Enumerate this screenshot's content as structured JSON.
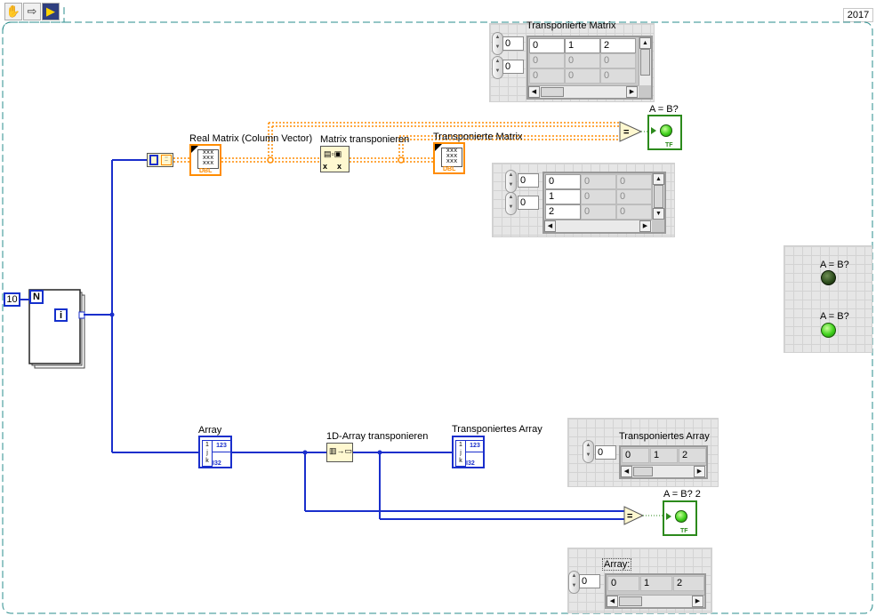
{
  "toolbar": {
    "tools": [
      {
        "icon": "hand-tool-icon"
      },
      {
        "icon": "arrow-right-icon"
      },
      {
        "icon": "run-vi-icon"
      }
    ]
  },
  "year_label": "2017",
  "for_loop": {
    "count_constant": "10",
    "count_terminal": "N",
    "iteration_terminal": "i"
  },
  "block_diagram": {
    "real_matrix_label": "Real Matrix (Column Vector)",
    "real_matrix_dtype": "DBL",
    "matrix_transpose_label": "Matrix transponieren",
    "transposed_matrix_label": "Transponierte Matrix",
    "transposed_matrix_dtype": "DBL",
    "compare_top_indicator_label": "A = B?",
    "array_label": "Array",
    "array_dtype": "I32",
    "array_transpose_label": "1D-Array transponieren",
    "transposed_array_label": "Transponiertes Array",
    "transposed_array_dtype": "I32",
    "compare_bottom_indicator_label": "A = B? 2",
    "bool_tf": "TF",
    "numeric_glyph": "123"
  },
  "fp_transposed_matrix": {
    "label": "Transponierte Matrix",
    "row_index": "0",
    "col_index": "0",
    "rows": [
      [
        "0",
        "1",
        "2"
      ],
      [
        "0",
        "0",
        "0"
      ],
      [
        "0",
        "0",
        "0"
      ]
    ]
  },
  "fp_column_matrix": {
    "row_index": "0",
    "col_index": "0",
    "rows": [
      [
        "0",
        "0",
        "0"
      ],
      [
        "1",
        "0",
        "0"
      ],
      [
        "2",
        "0",
        "0"
      ]
    ]
  },
  "fp_leds": {
    "led1_label": "A = B?",
    "led1_state": "off",
    "led2_label": "A = B?",
    "led2_state": "on"
  },
  "fp_transposed_array": {
    "label": "Transponiertes Array",
    "index": "0",
    "values": [
      "0",
      "1",
      "2"
    ]
  },
  "fp_array": {
    "label": "Array:",
    "index": "0",
    "values": [
      "0",
      "1",
      "2"
    ]
  },
  "colors": {
    "i32_wire": "#1a2fcc",
    "dbl_wire": "#ff8c00",
    "boolean": "#2c8a1c"
  }
}
